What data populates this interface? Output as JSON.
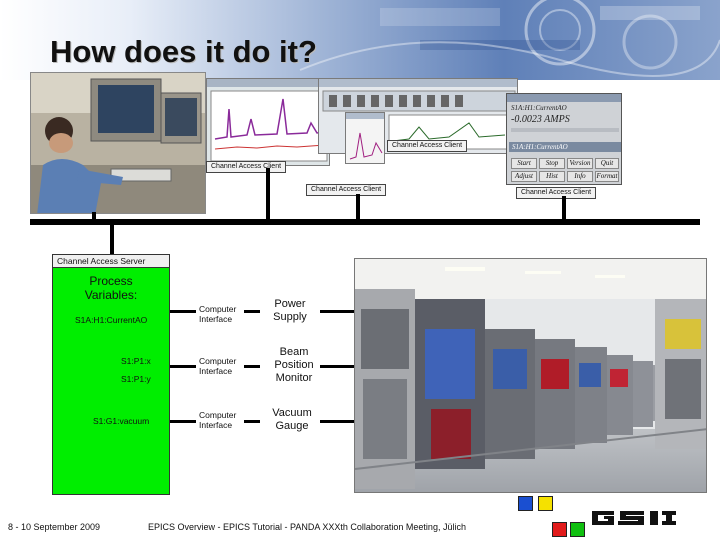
{
  "title": "How does it do it?",
  "clients": {
    "label_1": "Channel Access Client",
    "label_2": "Channel Access Client",
    "label_3": "Channel Access Client",
    "label_4": "Channel Access Client"
  },
  "panel": {
    "pv_name_1": "S1A:H1:CurrentAO",
    "value": "-0.0023 AMPS",
    "pv_name_2": "S1A:H1:CurrentAO",
    "buttons": [
      "Start",
      "Stop",
      "Version",
      "Quit",
      "Adjust",
      "Hist",
      "Info",
      "Format"
    ]
  },
  "server": {
    "title": "Channel Access Server",
    "heading": "Process\nVariables:",
    "pvs": [
      "S1A:H1:CurrentAO",
      "S1:P1:x",
      "S1:P1:y",
      "S1:G1:vacuum"
    ]
  },
  "interfaces": [
    "Computer\nInterface",
    "Computer\nInterface",
    "Computer\nInterface"
  ],
  "devices": [
    "Power\nSupply",
    "Beam\nPosition\nMonitor",
    "Vacuum\nGauge"
  ],
  "footer": {
    "date": "8 - 10 September 2009",
    "event": "EPICS Overview - EPICS Tutorial - PANDA XXXth Collaboration Meeting, Jülich"
  },
  "colors": {
    "server_fill": "#00ee00",
    "logo_blue": "#1a4fd1",
    "logo_yellow": "#f5e100",
    "logo_red": "#e11b1b",
    "logo_green": "#10c010"
  }
}
